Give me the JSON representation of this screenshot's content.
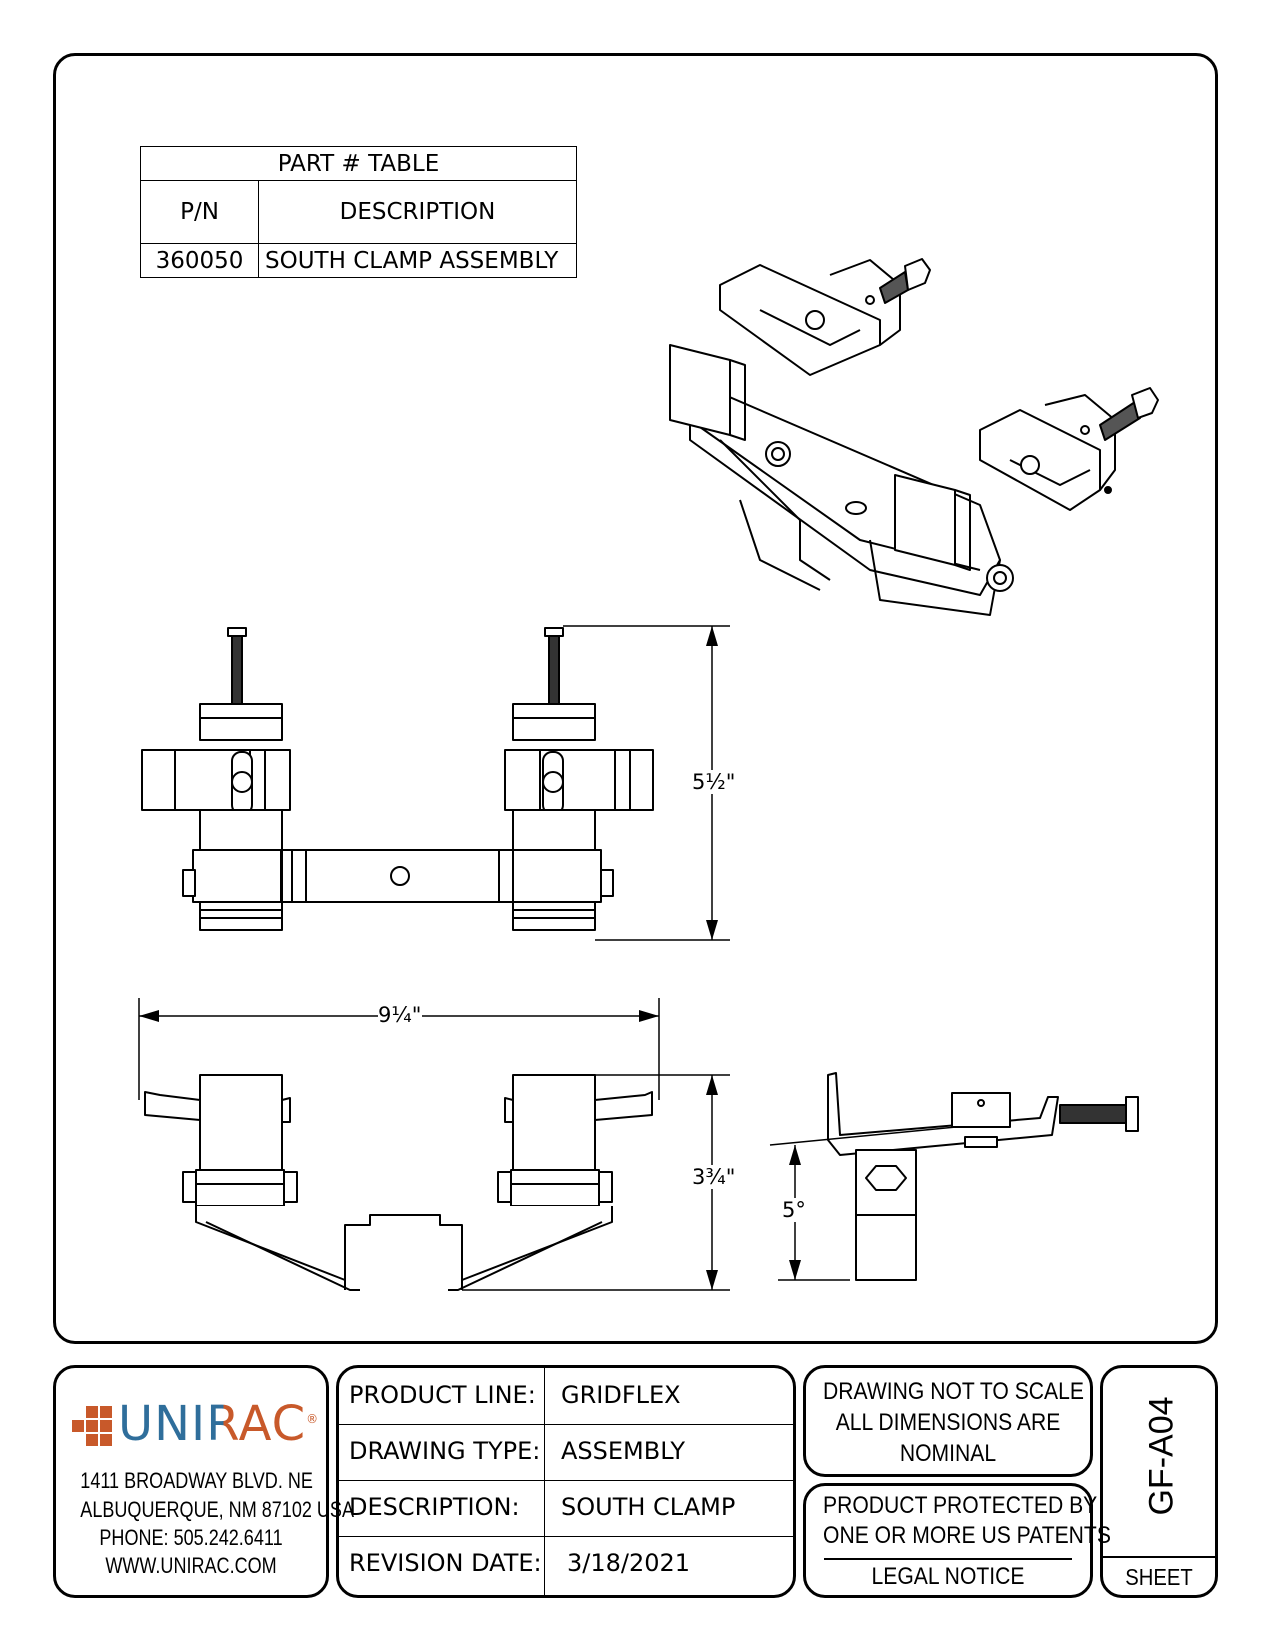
{
  "part_table": {
    "title": "PART # TABLE",
    "col_pn": "P/N",
    "col_desc": "DESCRIPTION",
    "rows": [
      {
        "pn": "360050",
        "desc": "SOUTH CLAMP ASSEMBLY"
      }
    ]
  },
  "dimensions": {
    "height_front": "5½\"",
    "width": "9¼\"",
    "height_side": "3¾\"",
    "angle": "5°"
  },
  "company": {
    "logo_text": "UNIRAC",
    "registered": "®",
    "address_1": "1411 BROADWAY BLVD. NE",
    "address_2": "ALBUQUERQUE, NM 87102 USA",
    "phone": "PHONE: 505.242.6411",
    "web": "WWW.UNIRAC.COM",
    "logo_colors": [
      "#c8592a",
      "#2f6e9b"
    ]
  },
  "title_block": {
    "product_line_label": "PRODUCT LINE:",
    "product_line": "GRIDFLEX",
    "drawing_type_label": "DRAWING TYPE:",
    "drawing_type": "ASSEMBLY",
    "description_label": "DESCRIPTION:",
    "description": "SOUTH CLAMP",
    "revision_label": "REVISION DATE:",
    "revision_date": "3/18/2021"
  },
  "notes": {
    "scale_1": "DRAWING NOT TO SCALE",
    "scale_2": "ALL DIMENSIONS ARE",
    "scale_3": "NOMINAL",
    "patent_1": "PRODUCT PROTECTED BY",
    "patent_2": "ONE OR MORE US PATENTS",
    "legal": "LEGAL NOTICE"
  },
  "sheet": {
    "number": "GF-A04",
    "label": "SHEET"
  }
}
